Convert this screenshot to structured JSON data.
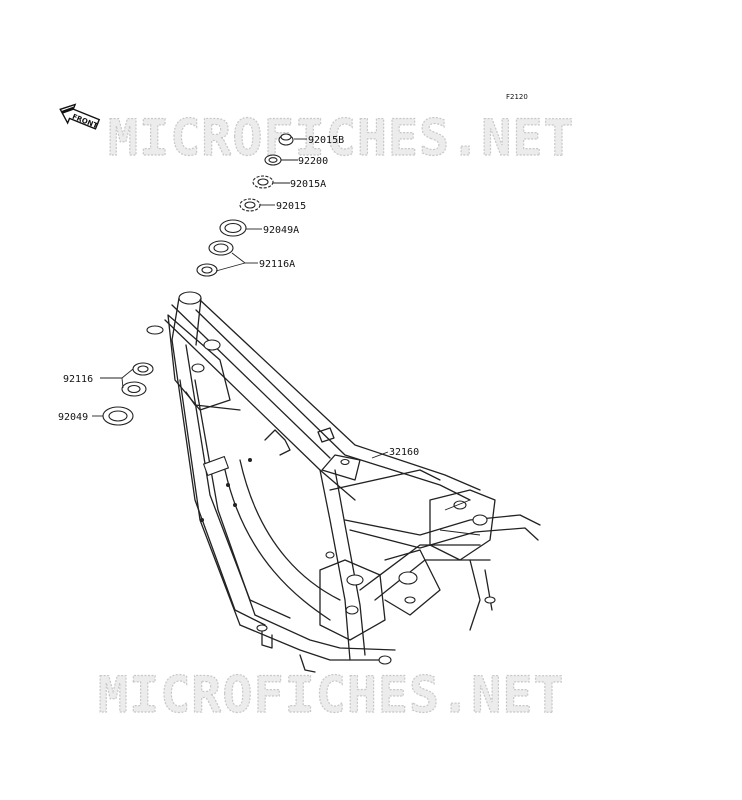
{
  "diagram": {
    "figure_code": "F2120",
    "front_label": "FRONT",
    "watermark_text": "MICROFICHES.NET",
    "parts": [
      {
        "number": "92015B"
      },
      {
        "number": "92200"
      },
      {
        "number": "92015A"
      },
      {
        "number": "92015"
      },
      {
        "number": "92049A"
      },
      {
        "number": "92116A"
      },
      {
        "number": "92116"
      },
      {
        "number": "92049"
      },
      {
        "number": "32160"
      }
    ]
  }
}
